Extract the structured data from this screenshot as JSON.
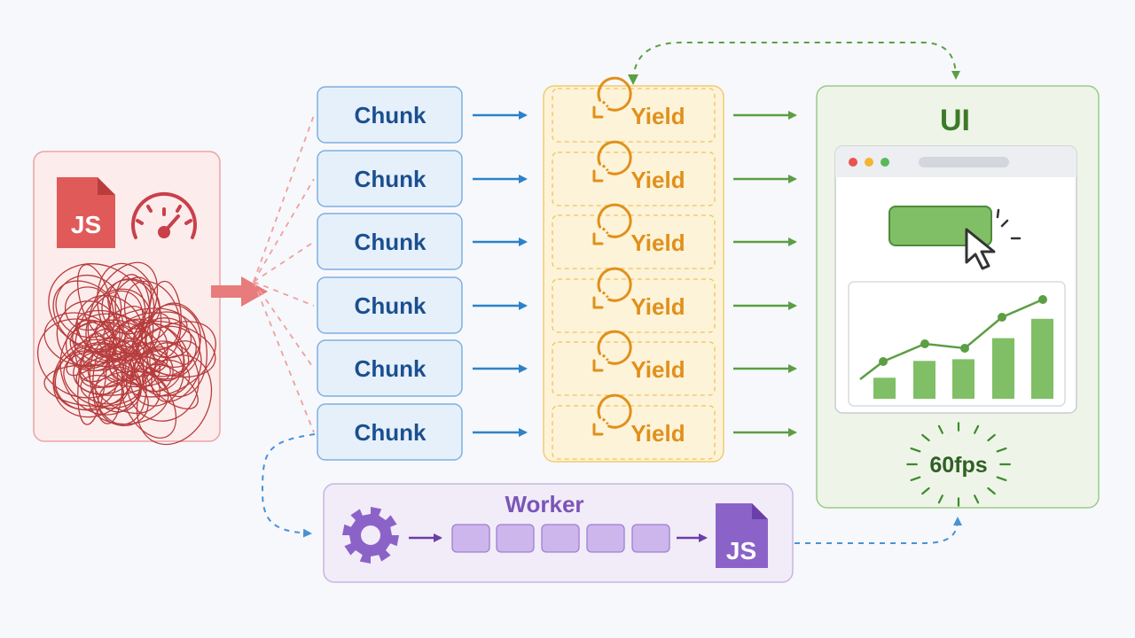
{
  "source": {
    "file_icon_text": "JS"
  },
  "chunks": [
    {
      "label": "Chunk"
    },
    {
      "label": "Chunk"
    },
    {
      "label": "Chunk"
    },
    {
      "label": "Chunk"
    },
    {
      "label": "Chunk"
    },
    {
      "label": "Chunk"
    }
  ],
  "yields": [
    {
      "label": "Yield"
    },
    {
      "label": "Yield"
    },
    {
      "label": "Yield"
    },
    {
      "label": "Yield"
    },
    {
      "label": "Yield"
    },
    {
      "label": "Yield"
    }
  ],
  "ui": {
    "title": "UI",
    "fps": "60fps",
    "bar_levels": [
      0.25,
      0.45,
      0.47,
      0.72,
      0.95
    ]
  },
  "worker": {
    "title": "Worker",
    "queue_count": 5,
    "output_file_icon_text": "JS"
  },
  "colors": {
    "source": "#e05a5a",
    "chunk": "#2c82c9",
    "yield": "#eba92e",
    "ui": "#5c9e44",
    "worker": "#8b63c8"
  },
  "icons": {
    "source_file": "js-file-icon",
    "gauge": "speedometer-icon",
    "tangle": "tangled-knot-icon",
    "yield": "clock-icon",
    "cursor": "mouse-pointer-icon",
    "gear": "gear-icon"
  }
}
